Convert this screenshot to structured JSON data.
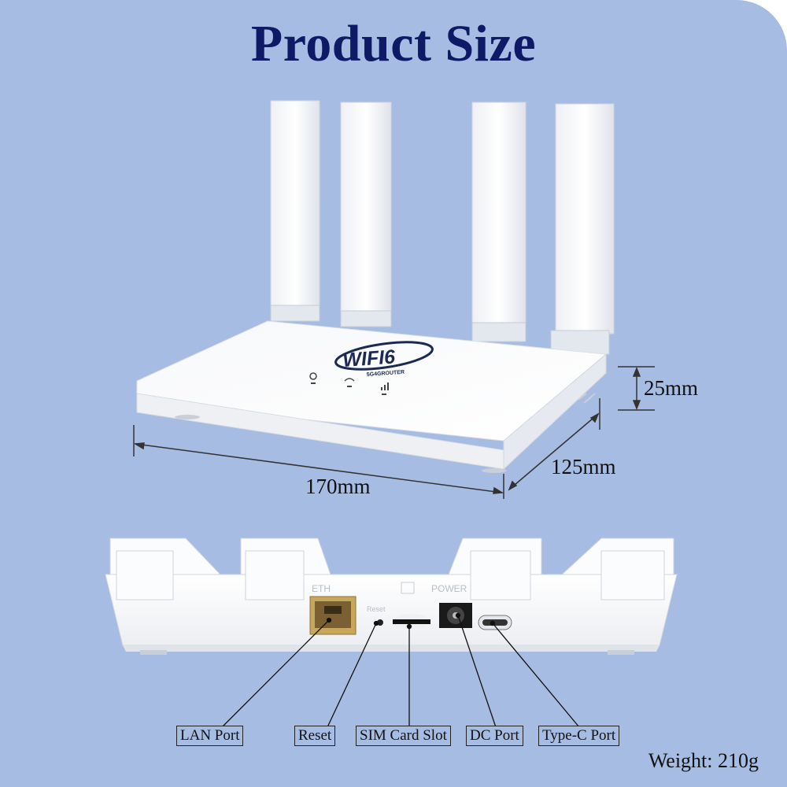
{
  "title": "Product Size",
  "device": {
    "logo_text": "WIFI6",
    "logo_subtext": "5G4GROUTER",
    "back_labels": {
      "eth": "ETH",
      "reset": "Reset",
      "power": "POWER"
    }
  },
  "dimensions": {
    "height": "25mm",
    "depth": "125mm",
    "width": "170mm"
  },
  "ports": [
    {
      "name": "lan",
      "label": "LAN Port"
    },
    {
      "name": "reset",
      "label": "Reset"
    },
    {
      "name": "sim",
      "label": "SIM Card Slot"
    },
    {
      "name": "dc",
      "label": "DC Port"
    },
    {
      "name": "typec",
      "label": "Type-C Port"
    }
  ],
  "weight": "Weight: 210g",
  "colors": {
    "background": "#a6bce3",
    "title": "#0e1a66",
    "device": "#ffffff"
  }
}
